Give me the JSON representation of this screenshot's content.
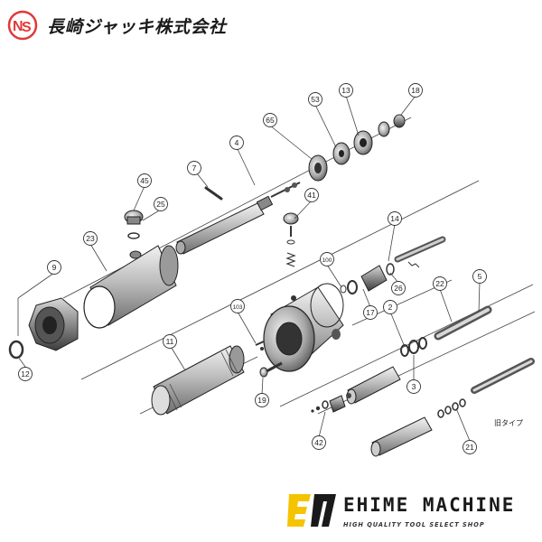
{
  "header": {
    "company_name": "長崎ジャッキ株式会社",
    "logo_icon": "ns-logo-icon",
    "brand_color": "#e03a3a"
  },
  "diagram": {
    "callouts": [
      "4",
      "7",
      "9",
      "11",
      "12",
      "13",
      "14",
      "17",
      "18",
      "19",
      "2",
      "21",
      "22",
      "23",
      "25",
      "26",
      "3",
      "41",
      "42",
      "45",
      "5",
      "53",
      "65",
      "100",
      "103"
    ],
    "legacy_type_note": "旧タイプ"
  },
  "footer": {
    "brand_name": "EHIME MACHINE",
    "tagline": "HIGH QUALITY TOOL SELECT SHOP",
    "logo_icon": "em-logo-icon",
    "accent_color": "#f5c400"
  }
}
